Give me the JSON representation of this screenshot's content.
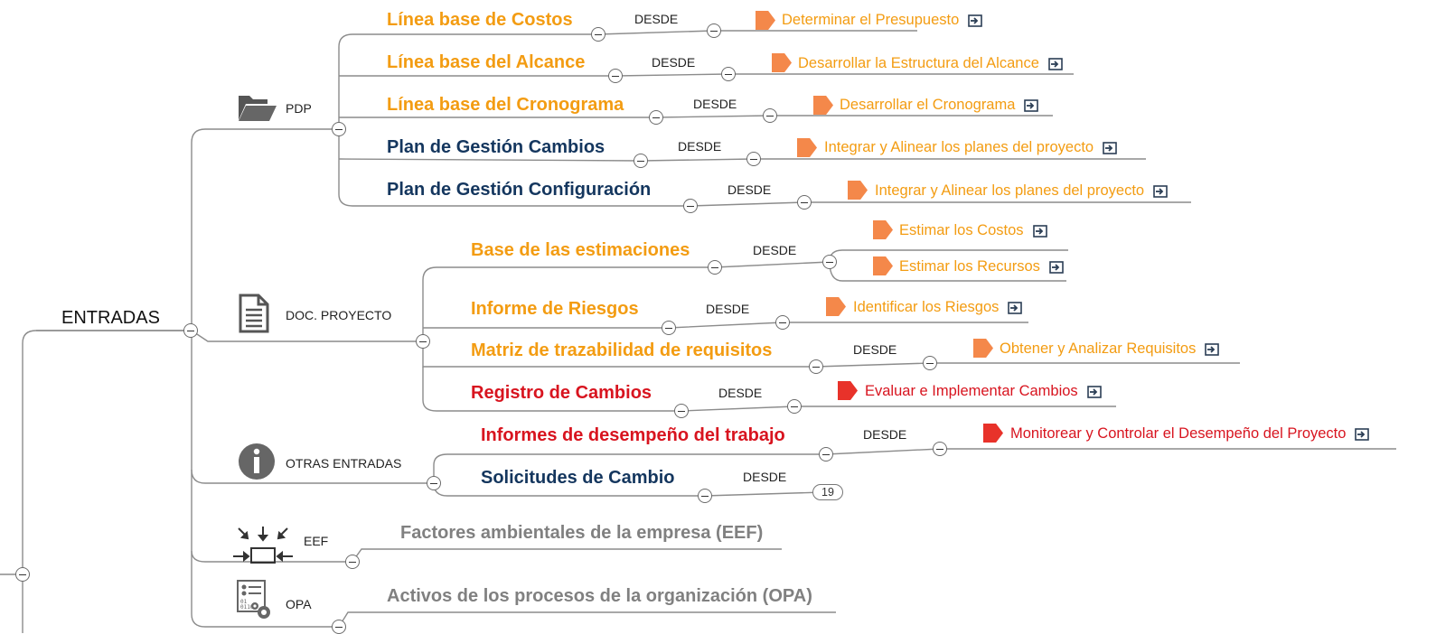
{
  "root": {
    "label": "ENTRADAS"
  },
  "categories": {
    "pdp": "PDP",
    "doc": "DOC. PROYECTO",
    "otras": "OTRAS ENTRADAS",
    "eef": "EEF",
    "opa": "OPA"
  },
  "desde": "DESDE",
  "topics": {
    "costos": "Línea base de Costos",
    "alcance": "Línea base del Alcance",
    "cronograma": "Línea base del Cronograma",
    "gestion_cambios": "Plan de Gestión  Cambios",
    "gestion_config": "Plan de Gestión  Configuración",
    "base_estimaciones": "Base de las estimaciones",
    "riesgos": "Informe de Riesgos",
    "matriz": "Matriz de trazabilidad de requisitos",
    "registro": "Registro de Cambios",
    "desempeno": "Informes de desempeño del trabajo",
    "solicitudes": "Solicitudes de Cambio",
    "eef_full": "Factores ambientales de la empresa (EEF)",
    "opa_full": "Activos de los procesos de la organización (OPA)"
  },
  "links": {
    "presupuesto": "Determinar el Presupuesto",
    "estructura_alcance": "Desarrollar la Estructura del Alcance",
    "cronograma": "Desarrollar el Cronograma",
    "integrar_1": "Integrar y Alinear los planes del proyecto",
    "integrar_2": "Integrar y Alinear los planes del proyecto",
    "estimar_costos": "Estimar los Costos",
    "estimar_recursos": "Estimar los Recursos",
    "identificar_riesgos": "Identificar los Riesgos",
    "requisitos": "Obtener y Analizar Requisitos",
    "evaluar_cambios": "Evaluar e Implementar Cambios",
    "monitorear": "Monitorear y Controlar el Desempeño del Proyecto"
  },
  "collapsed_count": "19",
  "colors": {
    "orange": "#f39c12",
    "navy": "#14365e",
    "red": "#d8141f",
    "gray": "#808080",
    "flag_orange": "#f4884a",
    "flag_red": "#e8322a"
  },
  "icons": {
    "pdp": "folder-icon",
    "doc": "document-icon",
    "otras": "info-icon",
    "eef": "environment-arrows-icon",
    "opa": "process-settings-icon",
    "task_flag": "flag-icon",
    "link_jump": "link-jump-icon",
    "collapse": "collapse-icon"
  }
}
